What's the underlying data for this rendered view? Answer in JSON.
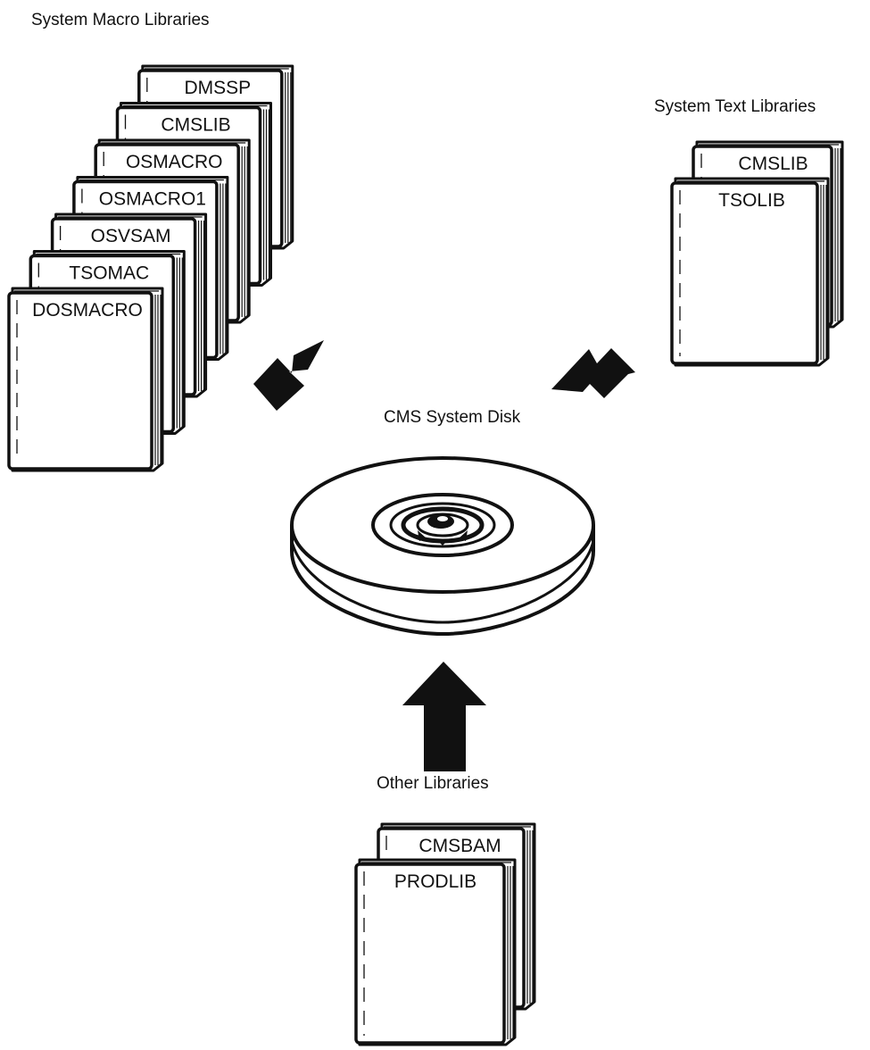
{
  "labels": {
    "macro_title": "System Macro Libraries",
    "text_title": "System Text Libraries",
    "disk_title": "CMS System Disk",
    "other_title": "Other Libraries"
  },
  "macro_libraries": [
    "DMSSP",
    "CMSLIB",
    "OSMACRO",
    "OSMACRO1",
    "OSVSAM",
    "TSOMAC",
    "DOSMACRO"
  ],
  "text_libraries": [
    "CMSLIB",
    "TSOLIB"
  ],
  "other_libraries": [
    "CMSBAM",
    "PRODLIB"
  ],
  "colors": {
    "ink": "#111111",
    "paper": "#ffffff"
  }
}
